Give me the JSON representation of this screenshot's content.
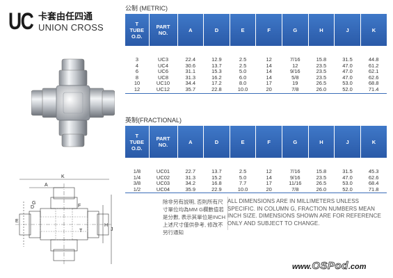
{
  "header": {
    "logo": "UC",
    "title_cn": "卡套由任四通",
    "title_en": "UNION CROSS"
  },
  "metric": {
    "title": "公制 (METRIC)",
    "headers": [
      "T\nTUBE\nO.D.",
      "PART\nNO.",
      "A",
      "D",
      "E",
      "F",
      "G",
      "H",
      "J",
      "K"
    ],
    "rows": [
      [
        "3",
        "UC3",
        "22.4",
        "12.9",
        "2.5",
        "12",
        "7/16",
        "15.8",
        "31.5",
        "44.8"
      ],
      [
        "4",
        "UC4",
        "30.6",
        "13.7",
        "2.5",
        "14",
        "12",
        "23.5",
        "47.0",
        "61.2"
      ],
      [
        "6",
        "UC6",
        "31.1",
        "15.3",
        "5.0",
        "14",
        "9/16",
        "23.5",
        "47.0",
        "62.1"
      ],
      [
        "8",
        "UC8",
        "31.3",
        "16.2",
        "6.0",
        "14",
        "5/8",
        "23.5",
        "47.0",
        "62.6"
      ],
      [
        "10",
        "UC10",
        "34.4",
        "17.2",
        "8.0",
        "17",
        "19",
        "26.5",
        "53.0",
        "68.8"
      ],
      [
        "12",
        "UC12",
        "35.7",
        "22.8",
        "10.0",
        "20",
        "7/8",
        "26.0",
        "52.0",
        "71.4"
      ]
    ]
  },
  "fractional": {
    "title": "英制(FRACTIONAL)",
    "headers": [
      "T\nTUBE\nO.D.",
      "PART\nNO.",
      "A",
      "D",
      "E",
      "F",
      "G",
      "H",
      "J",
      "K"
    ],
    "rows": [
      [
        "1/8",
        "UC01",
        "22.7",
        "13.7",
        "2.5",
        "12",
        "7/16",
        "15.8",
        "31.5",
        "45.3"
      ],
      [
        "1/4",
        "UC02",
        "31.3",
        "15.2",
        "5.0",
        "14",
        "9/16",
        "23.5",
        "47.0",
        "62.6"
      ],
      [
        "3/8",
        "UC03",
        "34.2",
        "16.8",
        "7.7",
        "17",
        "11/16",
        "26.5",
        "53.0",
        "68.4"
      ],
      [
        "1/2",
        "UC04",
        "35.9",
        "22.9",
        "10.0",
        "20",
        "7/8",
        "26.0",
        "52.0",
        "71.8"
      ]
    ]
  },
  "notes": {
    "cn": "除非另有説明, 否則所有尺寸單位均為MM G欄數值若是分數, 表示其單位是INCH 上述尺寸僅供參考, 修改不另行通知",
    "en": "ALL DIMENSIONS ARE IN MILLIMETERS UNLESS SPECIFIC. IN COLUMN G, FRACTION NUMBERS MEAN INCH SIZE. DIMENSIONS SHOWN ARE FOR REFERENCE ONLY AND SUBJECT TO CHANGE."
  },
  "drawing": {
    "labels": [
      "K",
      "A",
      "G",
      "E",
      "D",
      "F",
      "T",
      "H",
      "J"
    ]
  },
  "watermark": {
    "prefix": "www.",
    "brand": "OSPod",
    "suffix": ".com"
  },
  "colors": {
    "header_blue": "#2f63b2",
    "rule_blue": "#3a6cb8",
    "text": "#333333"
  }
}
